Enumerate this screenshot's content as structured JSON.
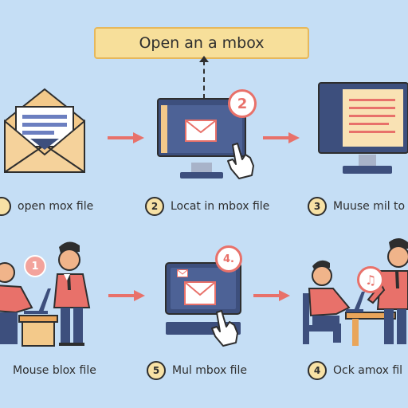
{
  "title": "Open an a mbox",
  "steps": [
    {
      "number": "",
      "label": "open mox file"
    },
    {
      "number": "2",
      "label": "Locat in mbox file"
    },
    {
      "number": "3",
      "label": "Muuse mil to"
    },
    {
      "number": "",
      "label": "Mouse blox file"
    },
    {
      "number": "5",
      "label": "Mul mbox file"
    },
    {
      "number": "4",
      "label": "Ock amox fil"
    }
  ],
  "badges": {
    "monitor_badge": "2",
    "person_badge": "1",
    "window_badge": "4.",
    "music_badge": "♫"
  },
  "colors": {
    "background": "#c5def5",
    "accent_red": "#e8716a",
    "monitor": "#3d4f7d",
    "title_fill": "#f7df9a"
  }
}
